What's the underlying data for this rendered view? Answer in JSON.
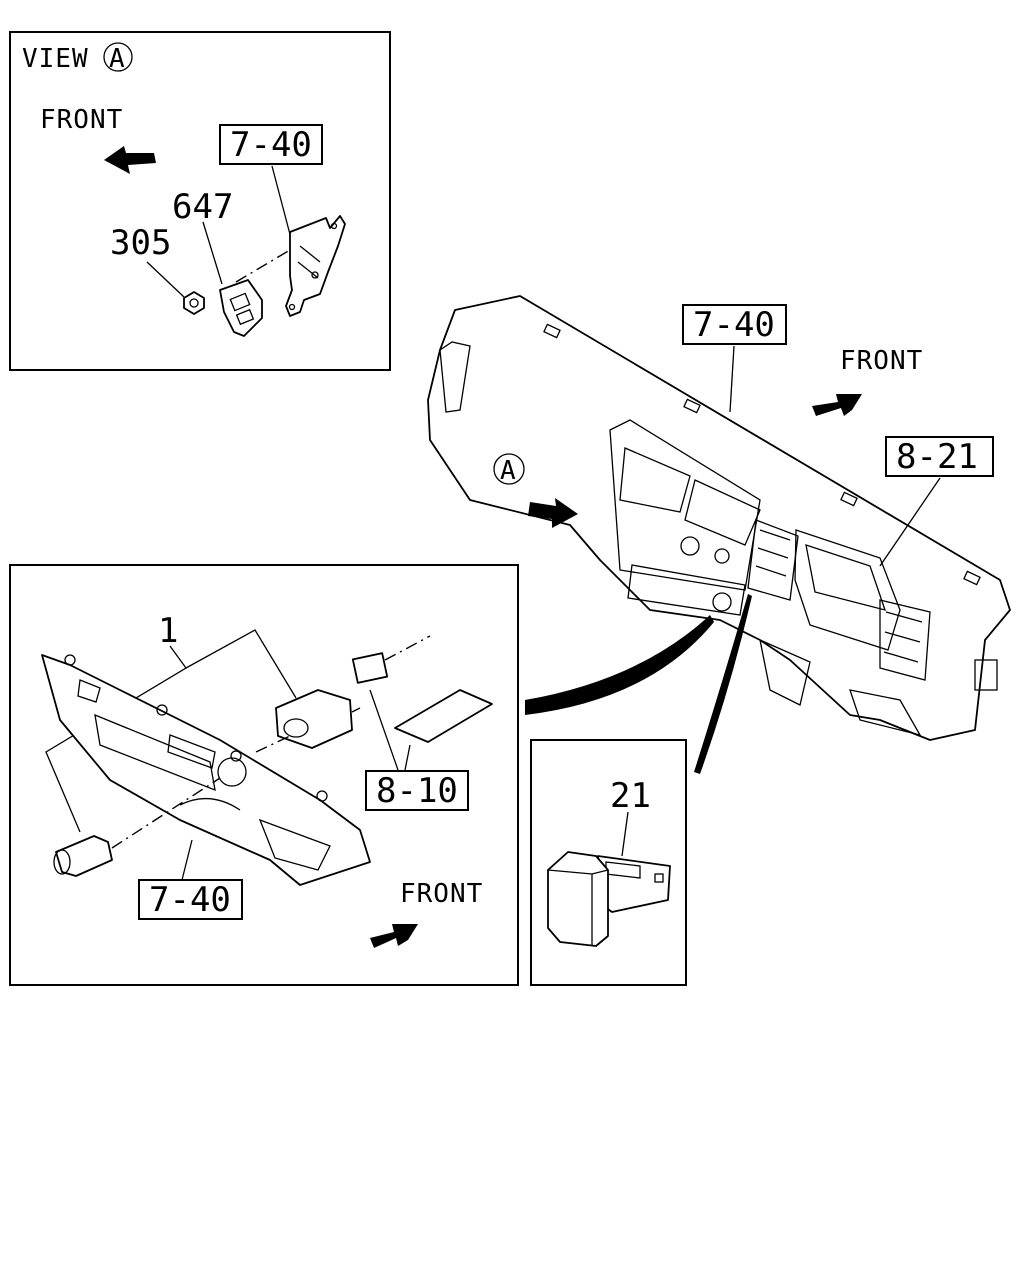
{
  "view_label": "VIEW",
  "view_marker": "A",
  "front_text": "FRONT",
  "main_marker": "A",
  "labels": {
    "ref_7_40": "7-40",
    "ref_8_21": "8-21",
    "ref_8_10": "8-10",
    "part_1": "1",
    "part_21": "21",
    "part_305": "305",
    "part_647": "647"
  }
}
